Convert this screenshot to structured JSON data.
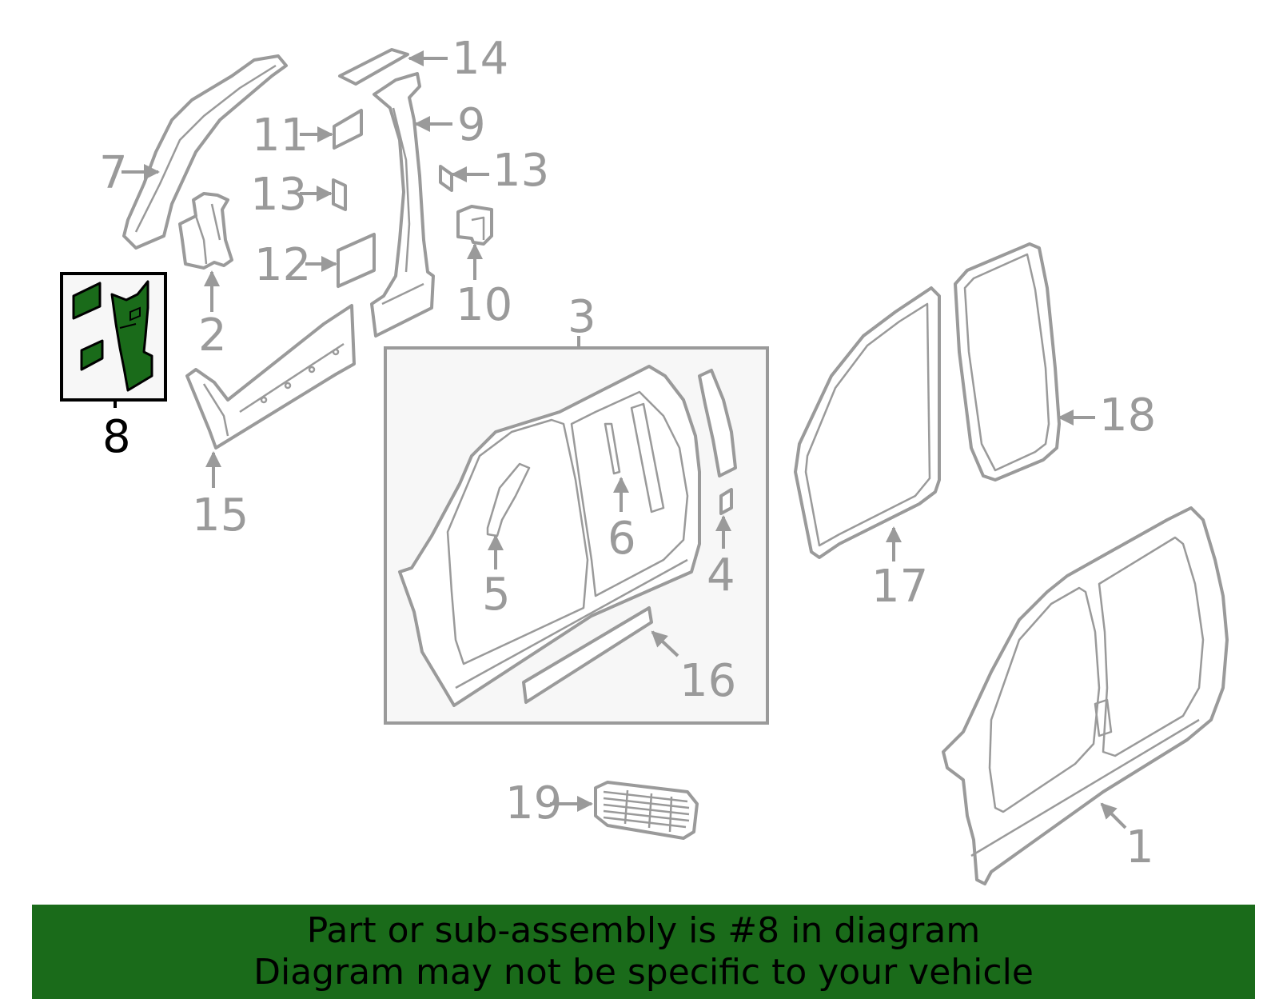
{
  "diagram": {
    "callouts": {
      "c1": "1",
      "c2": "2",
      "c3": "3",
      "c4": "4",
      "c5": "5",
      "c6": "6",
      "c7": "7",
      "c8": "8",
      "c9": "9",
      "c10": "10",
      "c11": "11",
      "c12": "12",
      "c13a": "13",
      "c13b": "13",
      "c14": "14",
      "c15": "15",
      "c16": "16",
      "c17": "17",
      "c18": "18",
      "c19": "19"
    },
    "selected_callout": "8",
    "colors": {
      "selected": "#1a6b1a",
      "parts": "#9a9a9a",
      "banner": "#1a6b1a"
    }
  },
  "banner": {
    "line1": "Part or sub-assembly is #8 in diagram",
    "line2": "Diagram may not be specific to your vehicle"
  }
}
